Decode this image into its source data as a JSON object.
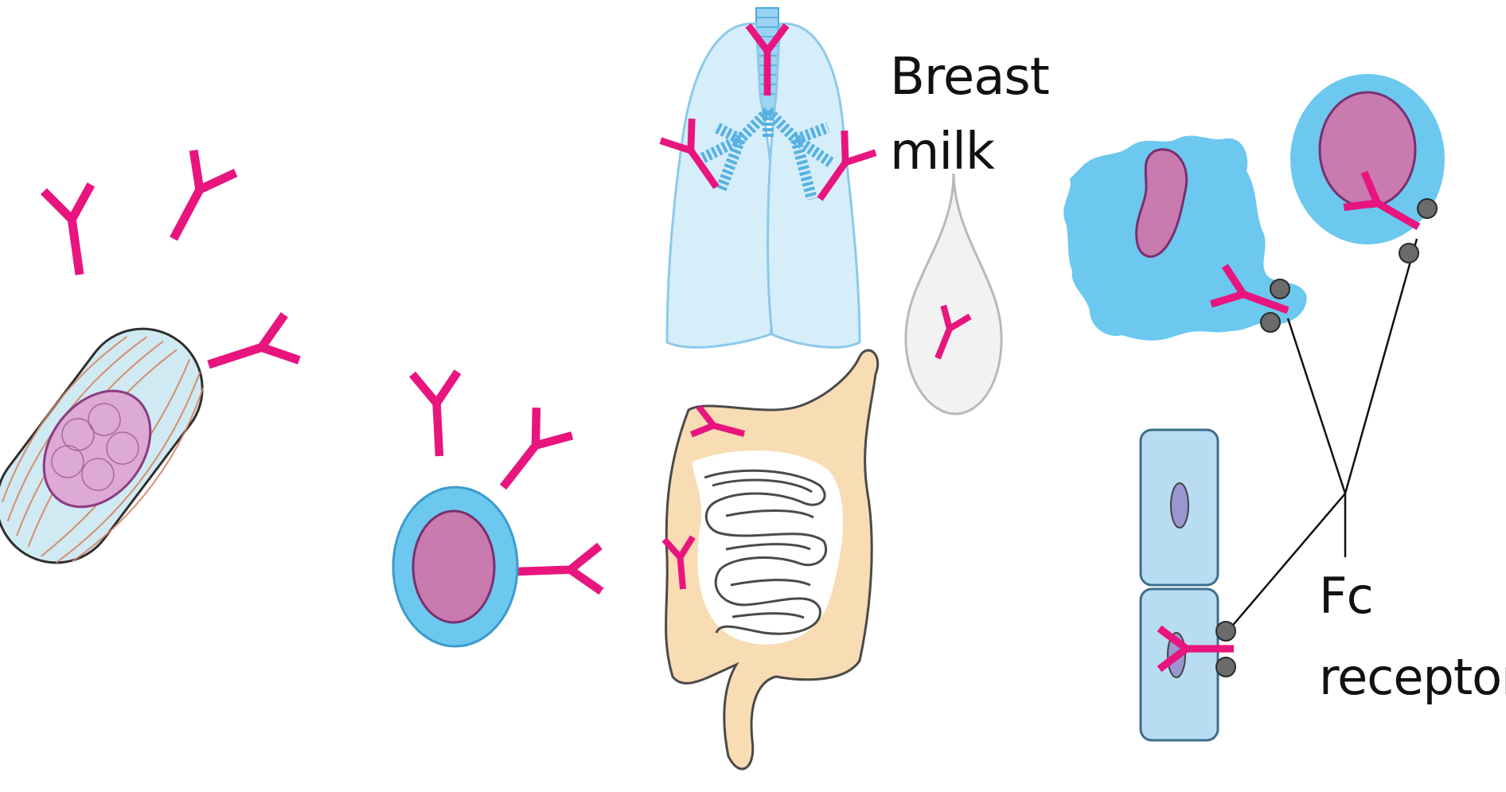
{
  "labels": {
    "breast_milk_line1": "Breast",
    "breast_milk_line2": "milk",
    "fc_line1": "Fc",
    "fc_line2": "receptors"
  },
  "colors": {
    "antibody": "#e8157f",
    "cell_cyan": "#6cc8ee",
    "nucleus": "#c97aaf",
    "nucleus_stroke": "#7a2f6e",
    "lung_fill": "#d6eefa",
    "gut_fill": "#f8dcb3",
    "epithelium": "#b8dcf2",
    "bacterium_fill": "#cfeaf3",
    "receptor": "#6b6b6b"
  }
}
